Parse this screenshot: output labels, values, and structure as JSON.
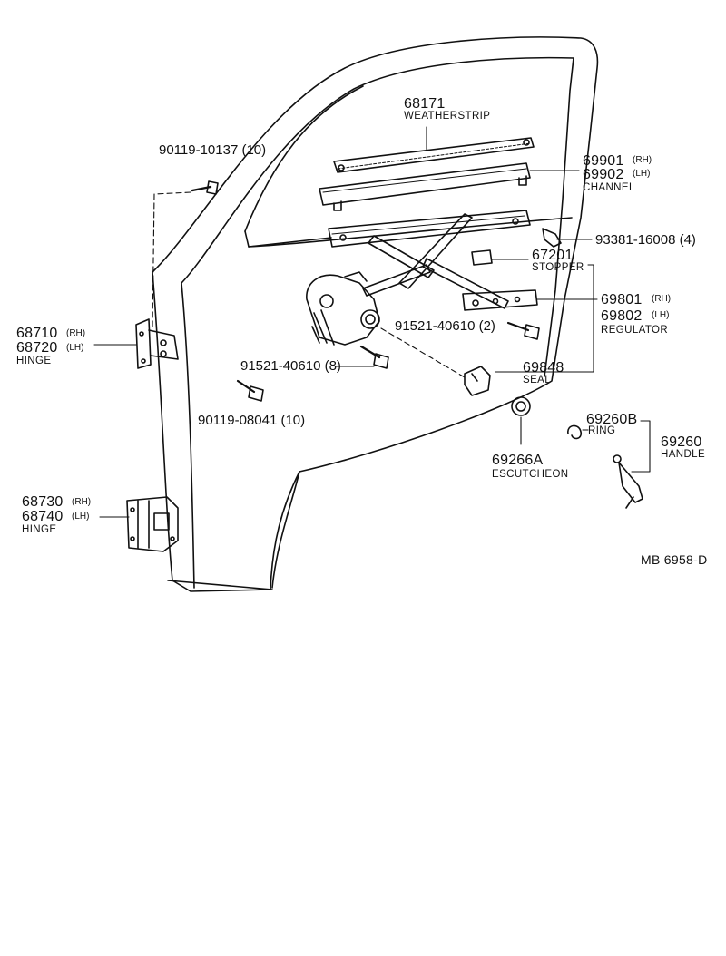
{
  "diagram_ref": "MB  6958-D",
  "callouts": {
    "weatherstrip": {
      "part": "68171",
      "name": "WEATHERSTRIP"
    },
    "bolt_top_left": {
      "text": "90119-10137 (10)"
    },
    "channel": {
      "part_rh": "69901",
      "side_rh": "(RH)",
      "part_lh": "69902",
      "side_lh": "(LH)",
      "name": "CHANNEL"
    },
    "bolt_right": {
      "text": "93381-16008 (4)"
    },
    "stopper": {
      "part": "67201",
      "name": "STOPPER"
    },
    "regulator": {
      "part_rh": "69801",
      "side_rh": "(RH)",
      "part_lh": "69802",
      "side_lh": "(LH)",
      "name": "REGULATOR"
    },
    "bolt_regulator_2": {
      "text": "91521-40610 (2)"
    },
    "bolt_regulator_8": {
      "text": "91521-40610 (8)"
    },
    "seal": {
      "part": "69848",
      "name": "SEAL"
    },
    "bolt_lower_left": {
      "text": "90119-08041 (10)"
    },
    "hinge_upper": {
      "part_rh": "68710",
      "side_rh": "(RH)",
      "part_lh": "68720",
      "side_lh": "(LH)",
      "name": "HINGE"
    },
    "hinge_lower": {
      "part_rh": "68730",
      "side_rh": "(RH)",
      "part_lh": "68740",
      "side_lh": "(LH)",
      "name": "HINGE"
    },
    "ring": {
      "part": "69260B",
      "name": "RING"
    },
    "handle": {
      "part": "69260",
      "name": "HANDLE"
    },
    "escutcheon": {
      "part": "69266A",
      "name": "ESCUTCHEON"
    }
  }
}
